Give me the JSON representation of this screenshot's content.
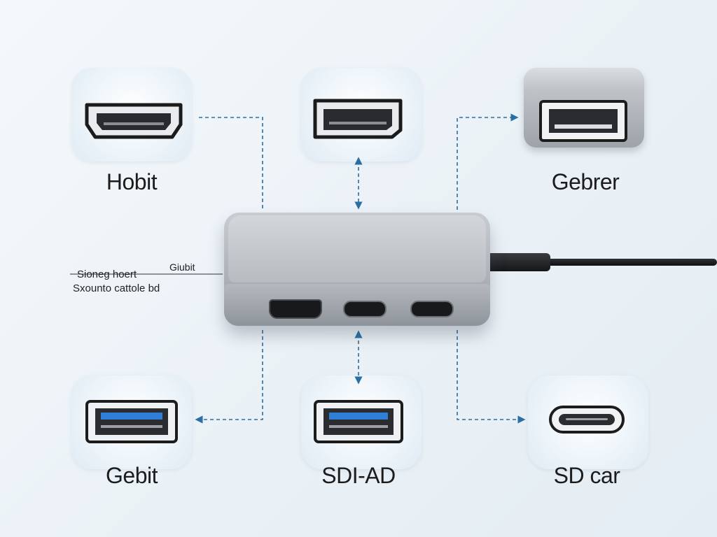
{
  "ports": [
    {
      "id": "top-left",
      "label": "Hobit",
      "icon": "hdmi-port-icon"
    },
    {
      "id": "top-center",
      "label": "",
      "icon": "displayport-icon"
    },
    {
      "id": "top-right",
      "label": "Gebrer",
      "icon": "usb-a-port-icon"
    },
    {
      "id": "bottom-left",
      "label": "Gebit",
      "icon": "usb-3-port-icon"
    },
    {
      "id": "bottom-center",
      "label": "SDI-AD",
      "icon": "usb-3-port-icon"
    },
    {
      "id": "bottom-right",
      "label": "SD car",
      "icon": "usb-c-port-icon"
    }
  ],
  "side_notes": {
    "line1": "Sioneg hoert",
    "line2": "Sxounto cattole bd",
    "tag": "Giubit"
  },
  "colors": {
    "connector_line": "#2a6fa3",
    "usb3_blue": "#2f7fd6",
    "tile_bg": "#eaf3f9"
  }
}
